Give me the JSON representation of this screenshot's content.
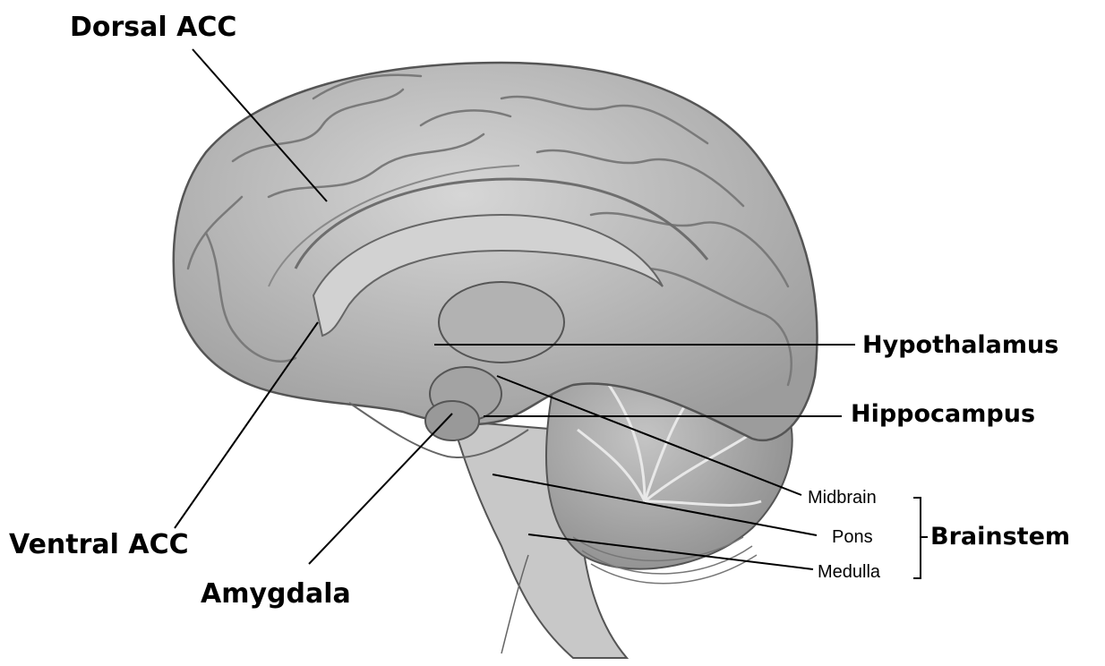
{
  "labels": {
    "dorsal_acc": "Dorsal ACC",
    "ventral_acc": "Ventral ACC",
    "amygdala": "Amygdala",
    "hypothalamus": "Hypothalamus",
    "hippocampus": "Hippocampus",
    "midbrain": "Midbrain",
    "pons": "Pons",
    "medulla": "Medulla",
    "brainstem": "Brainstem"
  },
  "colors": {
    "brain_fill": "#bdbdbd",
    "brain_dark": "#8a8a8a",
    "brain_light": "#dcdcdc",
    "leader_line": "#000000"
  }
}
